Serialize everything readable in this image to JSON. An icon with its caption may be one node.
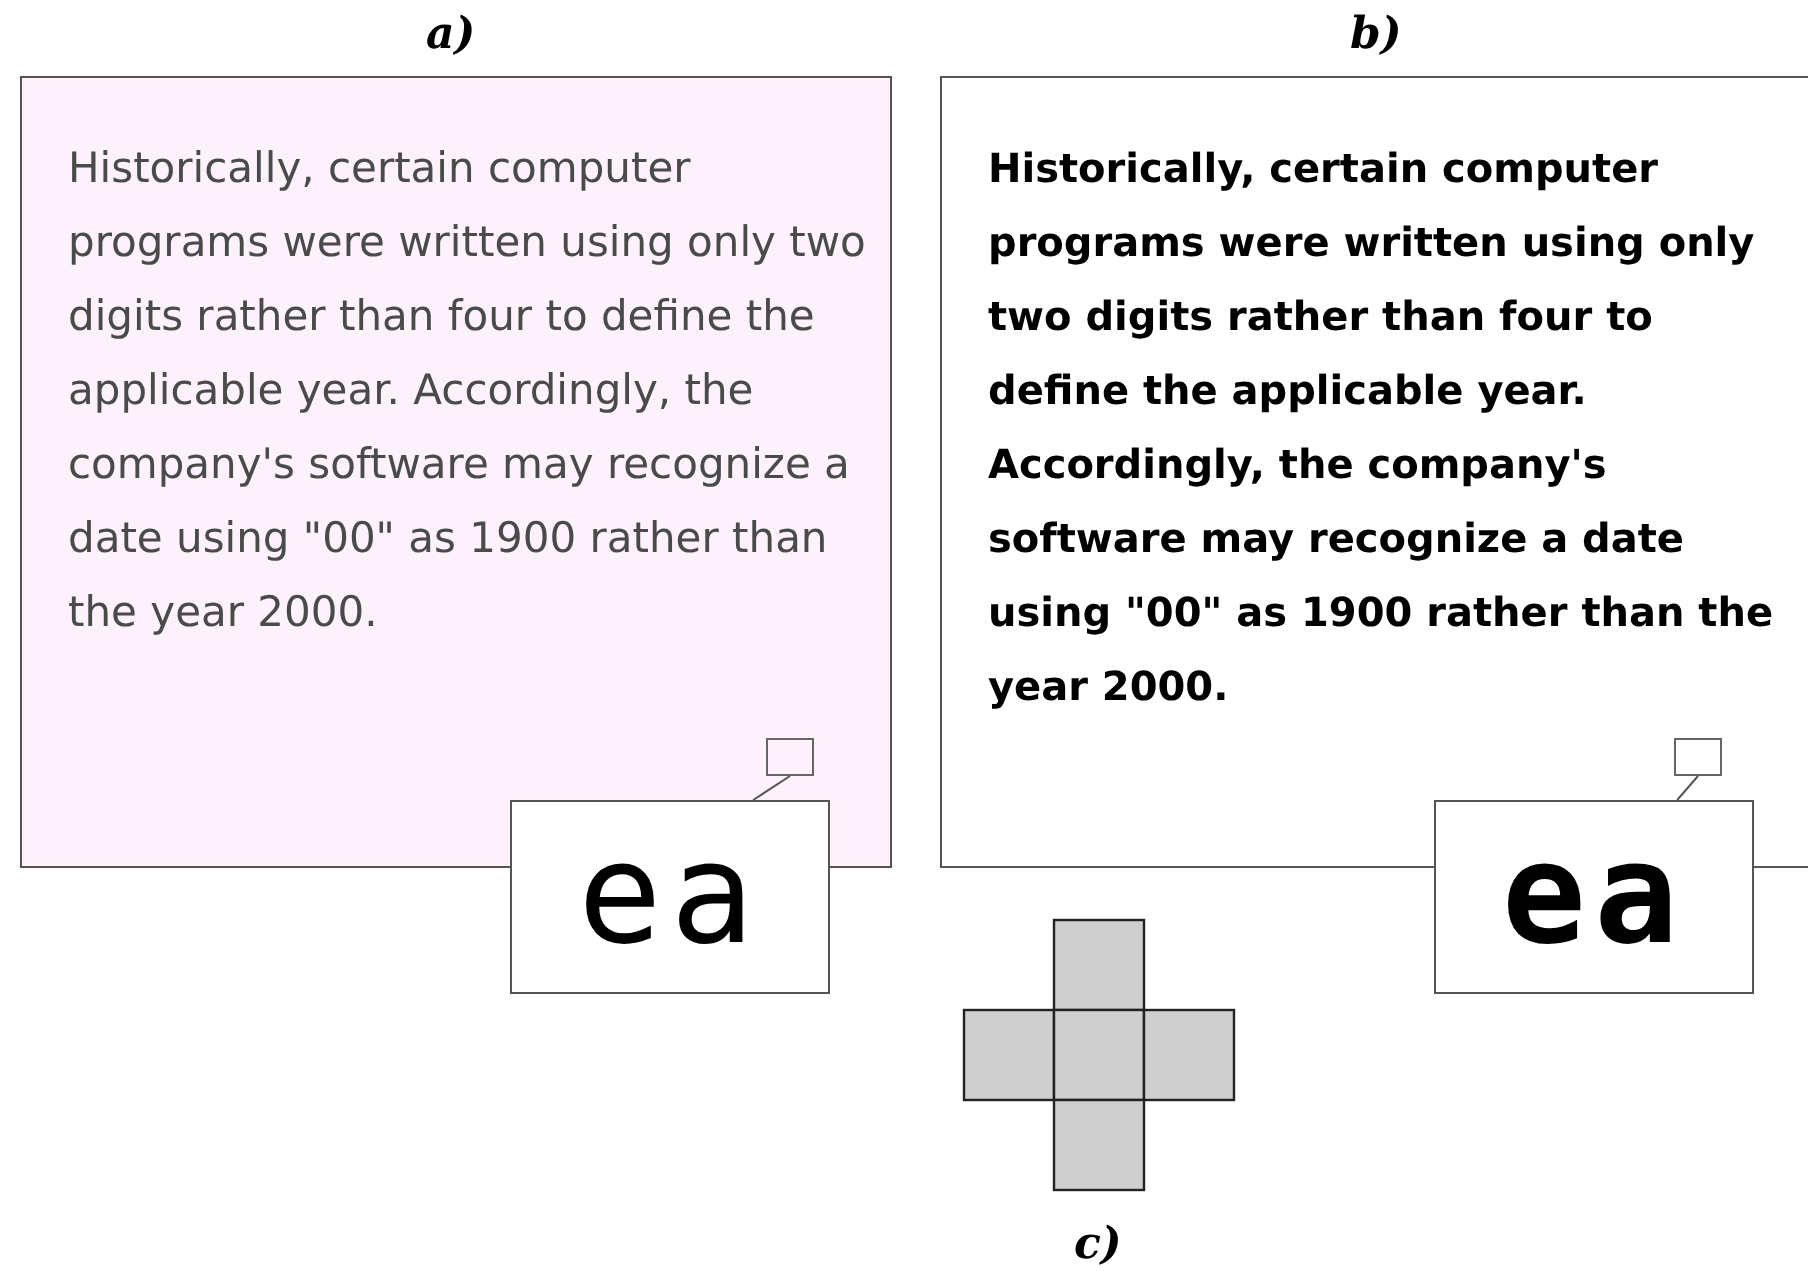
{
  "diagram": {
    "nodes": [
      {
        "text": [
          "a)",
          "Historically, certain computer programs were written using only two digits rather than four to define the applicable year. Accordingly, the company's software may recognize a date using \"00\" as 1900 rather than the year 2000."
        ]
      },
      {
        "text": [],
        "shape": "box",
        "in": 0
      },
      {
        "text": [
          "ea"
        ]
      },
      {
        "text": [
          "b)",
          "Historically, certain computer programs were written using only two digits rather than four to define the applicable year. Accordingly, the company's software may recognize a date using \"00\" as 1900 rather than the year 2000."
        ]
      },
      {
        "text": [],
        "shape": "box",
        "in": 3
      },
      {
        "text": [
          "ea"
        ]
      },
      {
        "text": [
          "c)"
        ]
      }
    ],
    "edges": [
      {
        "from": 1,
        "to": 2,
        "arrow": "none"
      },
      {
        "from": 4,
        "to": 5,
        "arrow": "none"
      }
    ]
  }
}
